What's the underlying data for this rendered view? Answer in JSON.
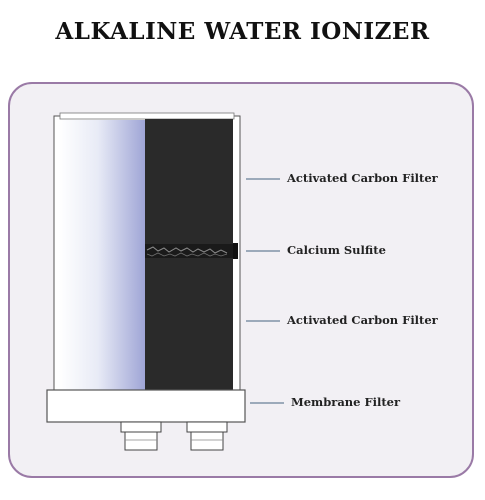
{
  "title": "ALKALINE WATER IONIZER",
  "labels": {
    "activated_carbon_top": "Activated Carbon Filter",
    "calcium_sulfite": "Calcium Sulfite",
    "activated_carbon_bottom": "Activated Carbon Filter",
    "membrane_filter": "Membrane Filter"
  },
  "colors": {
    "panel_border": "#9a7aa6",
    "panel_background": "#f2f0f4",
    "carbon": "#2a2a2a",
    "leader_line": "#6a7f98"
  }
}
